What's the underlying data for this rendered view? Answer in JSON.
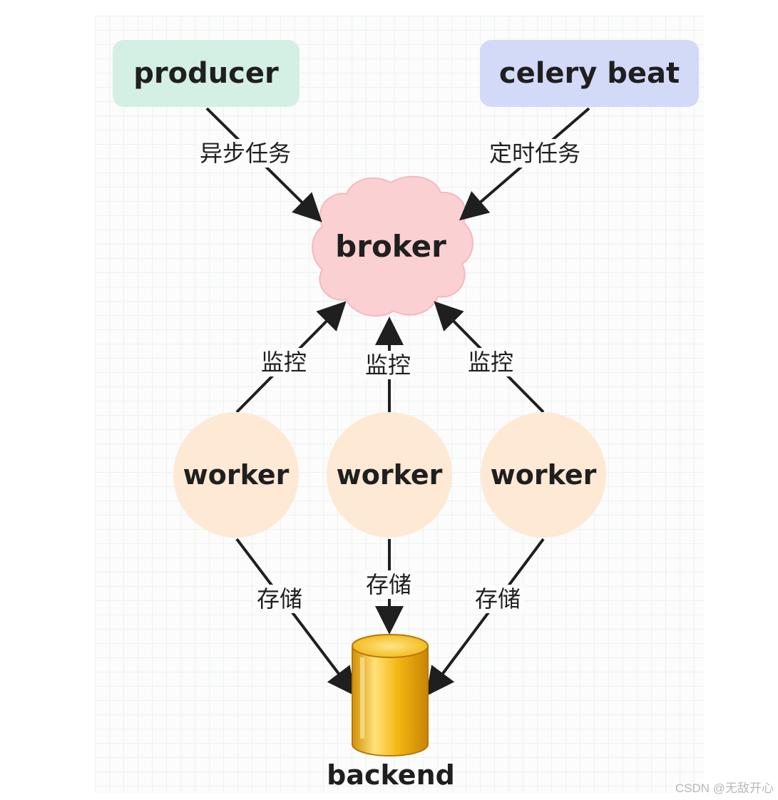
{
  "nodes": {
    "producer": "producer",
    "celery_beat": "celery beat",
    "broker": "broker",
    "workers": [
      "worker",
      "worker",
      "worker"
    ],
    "backend": "backend"
  },
  "edge_labels": {
    "producer_to_broker": "异步任务",
    "beat_to_broker": "定时任务",
    "worker_monitor": [
      "监控",
      "监控",
      "监控"
    ],
    "worker_store": [
      "存储",
      "存储",
      "存储"
    ]
  },
  "watermark": "CSDN @无敌开心",
  "colors": {
    "producer_fill": "#d4efe4",
    "celery_beat_fill": "#d3daf8",
    "broker_fill": "#fbd0d3",
    "worker_fill": "#fde9d4",
    "backend_fill": "#f2b50f",
    "arrow": "#1f1f1f"
  }
}
